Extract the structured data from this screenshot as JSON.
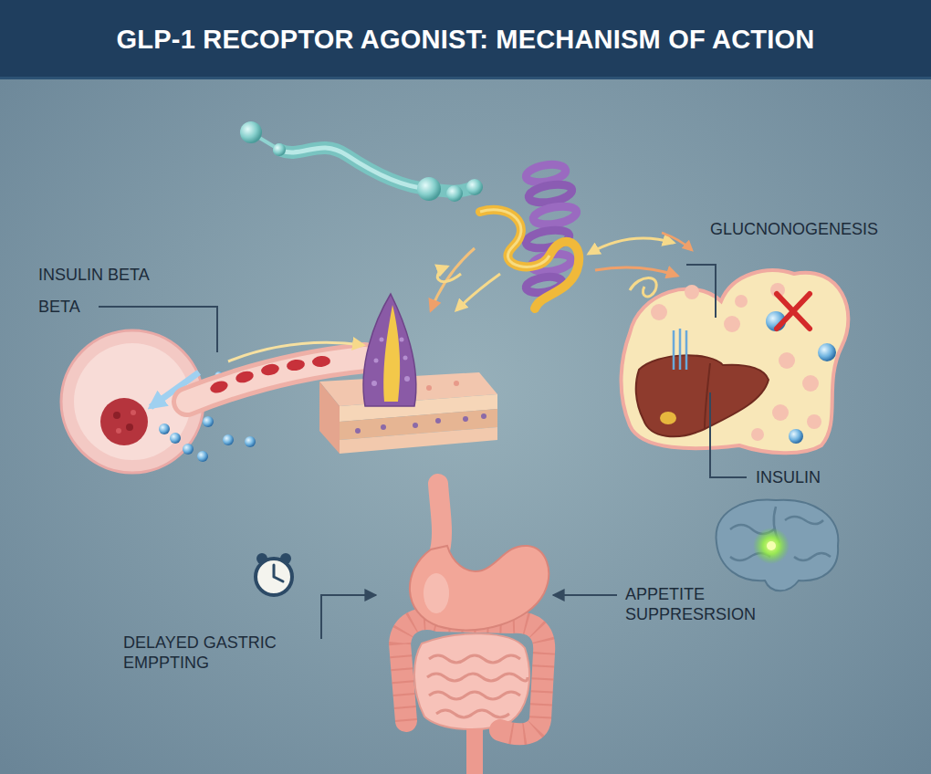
{
  "diagram": {
    "title": "GLP-1 RECOPTOR AGONIST: MECHANISM OF ACTION",
    "labels": [
      "INSULIN BETA",
      "BETA",
      "GLUCNONOGENESIS",
      "INSULIN",
      "APPETITE SUPPRESRSION",
      "DELAYED GASTRIC EMPPTING"
    ]
  }
}
